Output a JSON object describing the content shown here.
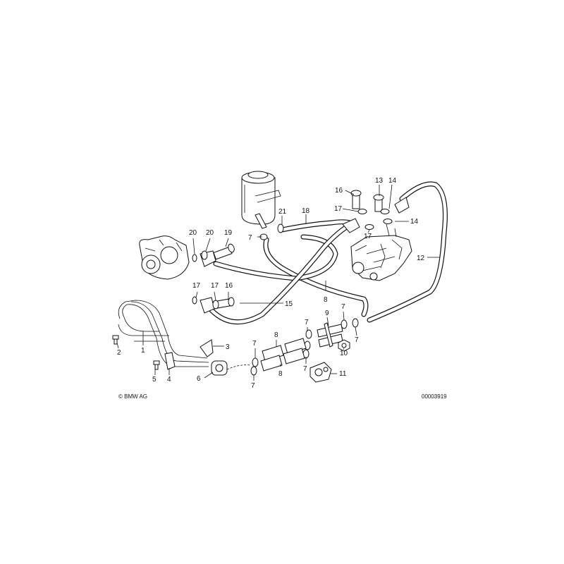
{
  "callouts": [
    "1",
    "2",
    "3",
    "4",
    "5",
    "6",
    "7",
    "7",
    "7",
    "7",
    "7",
    "7",
    "7",
    "8",
    "8",
    "8",
    "9",
    "10",
    "11",
    "12",
    "13",
    "14",
    "14",
    "15",
    "16",
    "16",
    "17",
    "17",
    "17",
    "17",
    "18",
    "19",
    "20",
    "20",
    "21"
  ],
  "footer": {
    "copyright": "© BMW AG",
    "drawing_number": "00003919"
  }
}
